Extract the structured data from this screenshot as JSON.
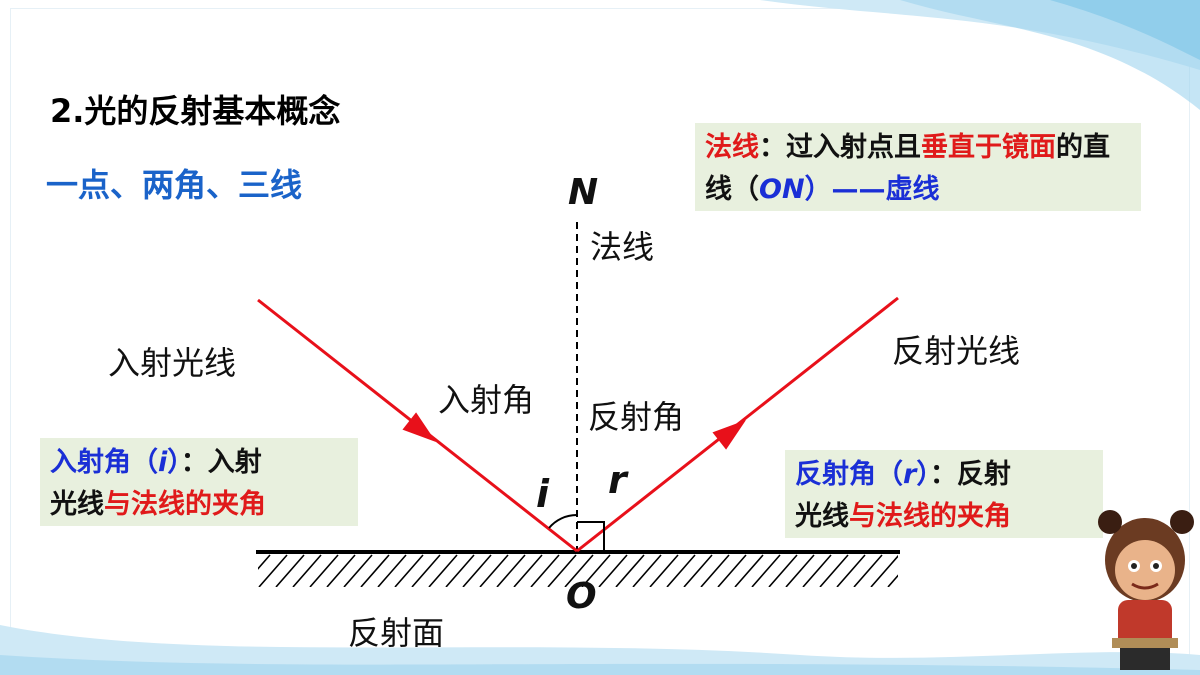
{
  "title": "2.光的反射基本概念",
  "subtitle": "一点、两角、三线",
  "normal_box": {
    "term": "法线",
    "colon": "：过入射点且",
    "emph": "垂直于镜面",
    "rest": "的直线（",
    "symbol": "ON",
    "close": "）——",
    "tail": "虚线"
  },
  "incident_box": {
    "term": "入射角（",
    "symbol": "i",
    "close": "）",
    "colon": "：入射",
    "line2_black": "光线",
    "line2_red": "与法线的夹角"
  },
  "reflect_box": {
    "term": "反射角（",
    "symbol": "r",
    "close": "）",
    "colon": "：反射",
    "line2_black": "光线",
    "line2_red": "与法线的夹角"
  },
  "labels": {
    "N": "N",
    "normal": "法线",
    "incident_ray": "入射光线",
    "reflected_ray": "反射光线",
    "incident_angle": "入射角",
    "reflection_angle": "反射角",
    "i": "i",
    "r": "r",
    "O": "O",
    "surface": "反射面"
  },
  "colors": {
    "ray": "#e8101a",
    "title_blue": "#1a63c9",
    "box_bg": "#e8f0de"
  }
}
